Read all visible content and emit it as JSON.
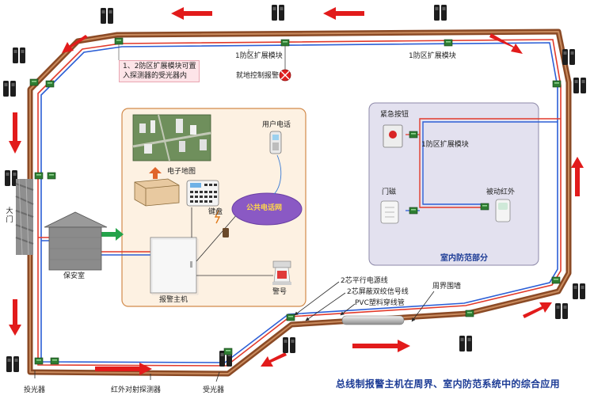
{
  "texts": {
    "note_l1": "1、2防区扩展模块可置",
    "note_l2": "入探测器的受光器内",
    "zone1_top": "1防区扩展模块",
    "zone1_top_right": "1防区扩展模块",
    "local_alarm": "就地控制报警",
    "user_phone": "用户电话",
    "emap": "电子地图",
    "keypad": "键盘",
    "pstn": "公共电话网",
    "host": "报警主机",
    "siren": "警号",
    "gate": "大门",
    "guard": "保安室",
    "emergency": "紧急按钮",
    "zone1_indoor": "1防区扩展模块",
    "door_mag": "门磁",
    "pir": "被动红外",
    "indoor_title": "室内防范部分",
    "wire1": "2芯平行电源线",
    "wire2": "2芯屏蔽双绞信号线",
    "wire3": "PVC塑料穿线管",
    "wall": "周界围墙",
    "transmitter": "投光器",
    "ir_detector": "红外对射探测器",
    "receiver": "受光器",
    "main_title": "总线制报警主机在周界、室内防范系统中的综合应用"
  },
  "colors": {
    "wall_brown": "#8b4a25",
    "wire_red": "#e23a2b",
    "wire_blue": "#2c5fd6",
    "arrow_red": "#e21b1b",
    "arrow_green": "#23a34a",
    "panel_fill": "#fdf1e2",
    "panel_border": "#d28a4a",
    "indoor_fill": "#e3e1ef",
    "indoor_border": "#8c88a8",
    "module_green": "#2e7d32",
    "title_blue": "#1d3c96"
  },
  "icons": [
    "ir-detector-icon",
    "zone-module-icon",
    "alarm-lamp-icon",
    "city-map-icon",
    "alarm-host-icon",
    "keypad-icon",
    "phone-icon",
    "siren-icon",
    "emergency-button-icon",
    "door-magnet-icon",
    "pir-icon",
    "guard-house-icon",
    "gate-icon",
    "conduit-icon"
  ]
}
